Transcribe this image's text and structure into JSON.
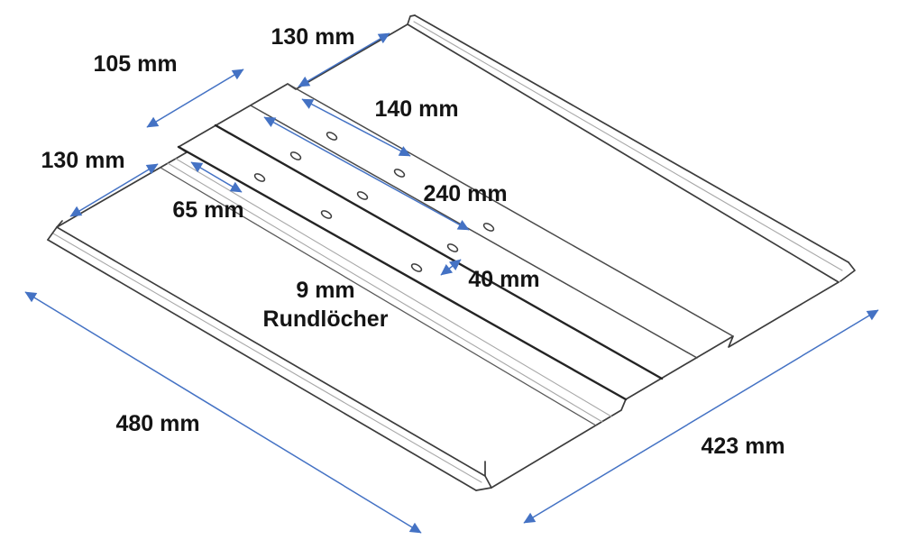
{
  "dimensions": {
    "top_130": "130 mm",
    "left_105": "105 mm",
    "left_130": "130 mm",
    "left_65": "65 mm",
    "mid_140": "140 mm",
    "mid_240": "240 mm",
    "mid_40": "40 mm",
    "bottom_480": "480 mm",
    "right_423": "423 mm"
  },
  "annotation": {
    "hole_size": "9 mm",
    "hole_type": "Rundlöcher"
  },
  "holes": {
    "count": 9,
    "rows": 3,
    "columns": 3
  },
  "colors": {
    "dimension_blue": "#4472C4",
    "line_dark": "#3c3c3c",
    "line_bend": "#242424",
    "line_gray": "#a8a8a8",
    "background": "#ffffff"
  }
}
